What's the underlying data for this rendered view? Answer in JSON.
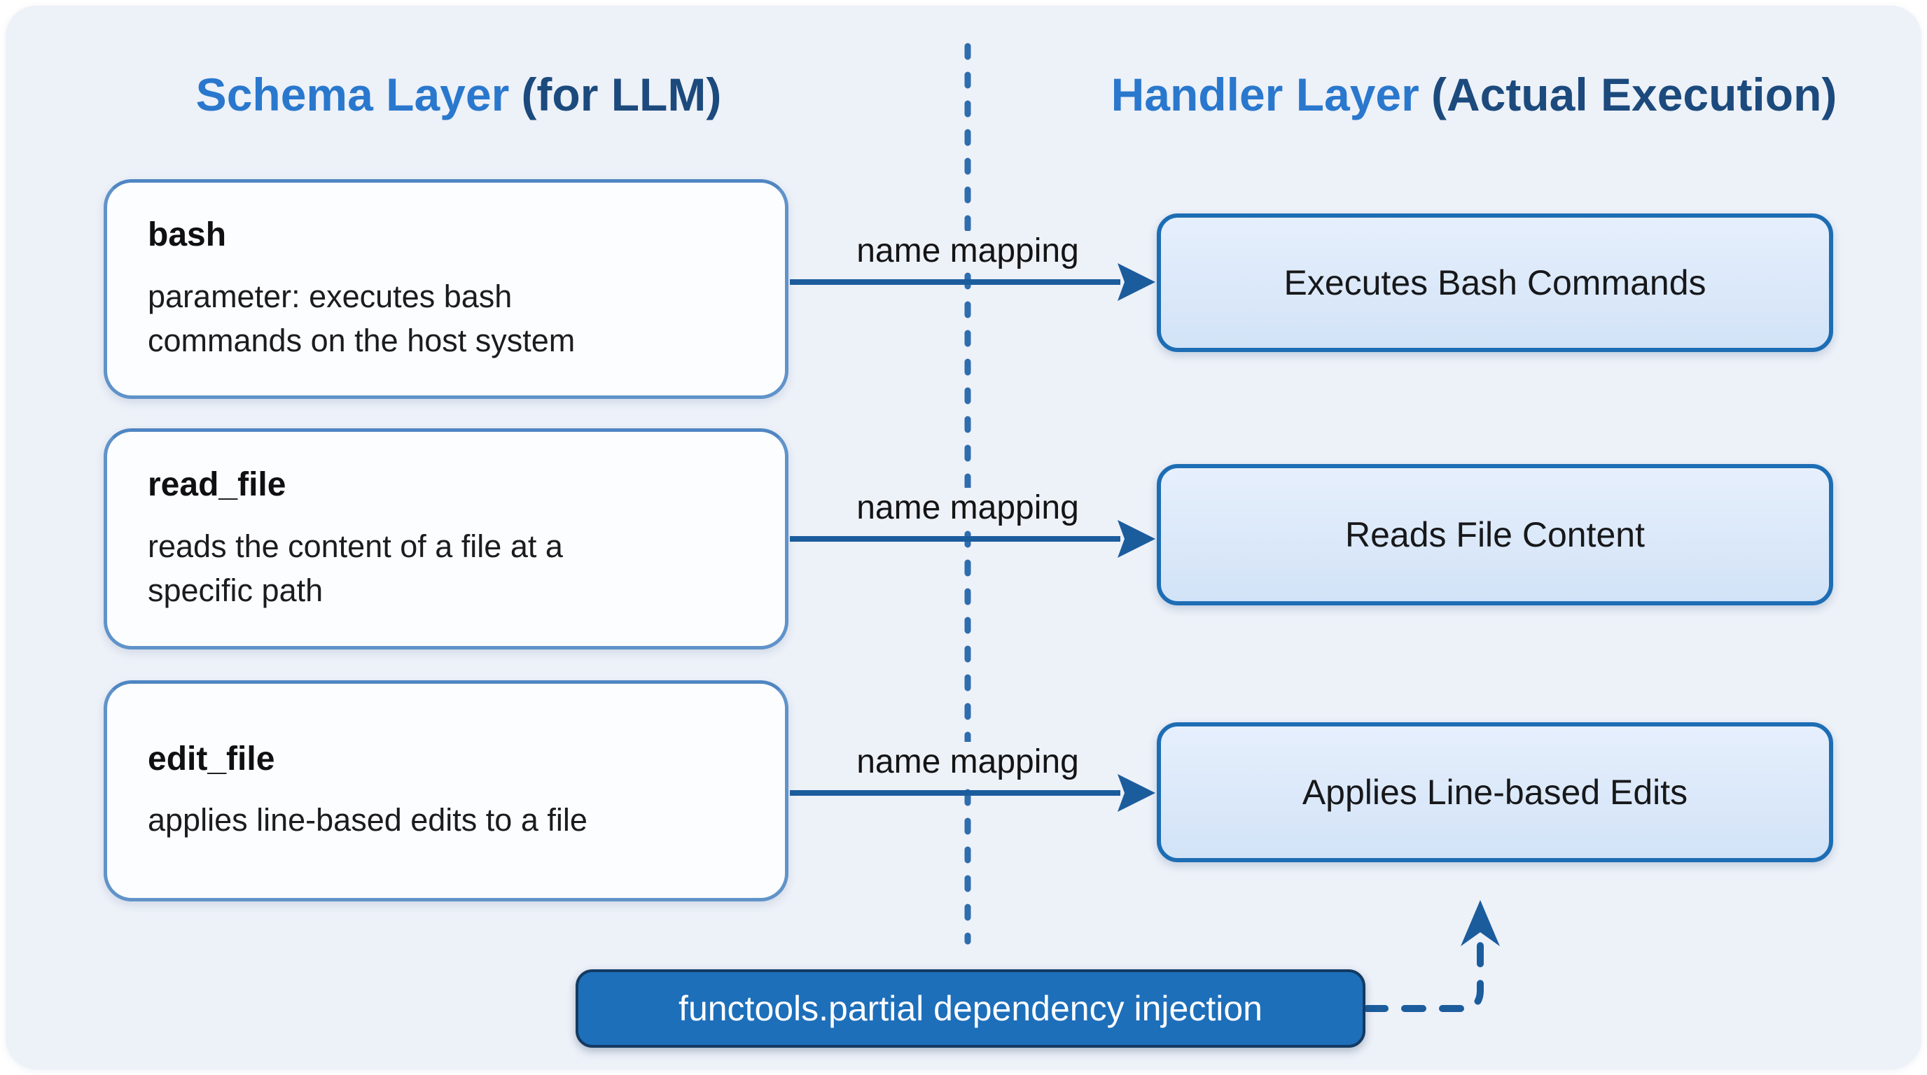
{
  "titles": {
    "left": {
      "main": "Schema Layer",
      "paren": "(for LLM)"
    },
    "right": {
      "main": "Handler Layer",
      "paren": "(Actual Execution)"
    }
  },
  "rows": [
    {
      "tool": "bash",
      "description": "parameter: executes bash commands on the host system",
      "mapping_label": "name mapping",
      "handler": "Executes Bash Commands"
    },
    {
      "tool": "read_file",
      "description": "reads the content of a file at a specific path",
      "mapping_label": "name mapping",
      "handler": "Reads File Content"
    },
    {
      "tool": "edit_file",
      "description": "applies line-based edits to a file",
      "mapping_label": "name mapping",
      "handler": "Applies Line-based Edits"
    }
  ],
  "injection": {
    "label": "functools.partial dependency injection"
  },
  "colors": {
    "card_bg": "#edf1f8",
    "heading_blue": "#2a78cd",
    "heading_navy": "#1c4a7d",
    "schema_border": "#6093c9",
    "schema_bg": "#fcfdfe",
    "handler_border": "#1d6db4",
    "handler_bg_top": "#e6effc",
    "handler_bg_bottom": "#d2e3f7",
    "arrow": "#1b5c9d",
    "divider": "#2e6dae",
    "injection_bg": "#1d6fba",
    "injection_border": "#143a61",
    "injection_text": "#ffffff"
  }
}
